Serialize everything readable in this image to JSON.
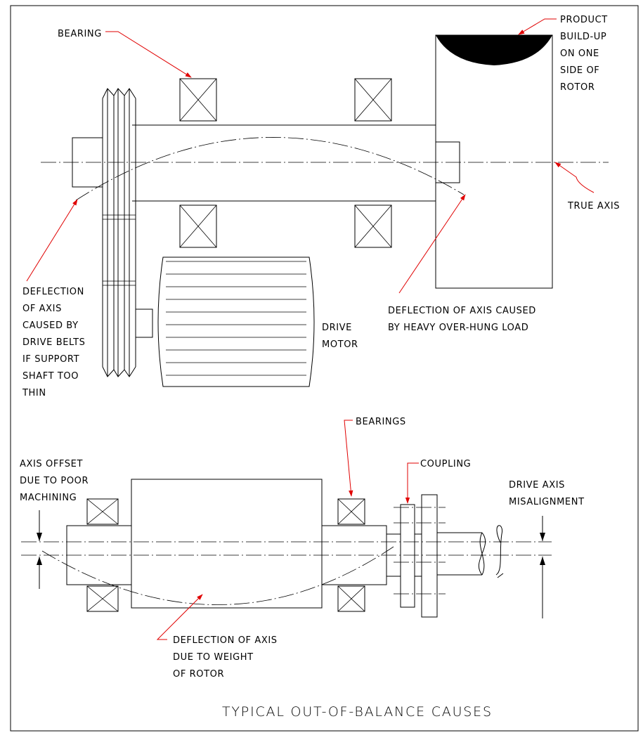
{
  "title": "TYPICAL OUT-OF-BALANCE CAUSES",
  "colors": {
    "leader_line": "#e00000",
    "line_work": "#000000",
    "background": "#ffffff"
  },
  "top_view": {
    "bearing": "BEARING",
    "product_buildup": [
      "PRODUCT",
      "BUILD-UP",
      "ON ONE",
      "SIDE OF",
      "ROTOR"
    ],
    "true_axis": "TRUE AXIS",
    "belt_deflection": [
      "DEFLECTION",
      "OF AXIS",
      "CAUSED BY",
      "DRIVE BELTS",
      "IF SUPPORT",
      "SHAFT TOO",
      "THIN"
    ],
    "overhung_deflection": [
      "DEFLECTION OF AXIS CAUSED",
      "BY HEAVY OVER-HUNG LOAD"
    ],
    "drive_motor": [
      "DRIVE",
      "MOTOR"
    ]
  },
  "bottom_view": {
    "bearings": "BEARINGS",
    "coupling": "COUPLING",
    "axis_offset": [
      "AXIS OFFSET",
      "DUE TO POOR",
      "MACHINING"
    ],
    "drive_misalignment": [
      "DRIVE AXIS",
      "MISALIGNMENT"
    ],
    "weight_deflection": [
      "DEFLECTION OF AXIS",
      "DUE TO WEIGHT",
      "OF ROTOR"
    ]
  }
}
